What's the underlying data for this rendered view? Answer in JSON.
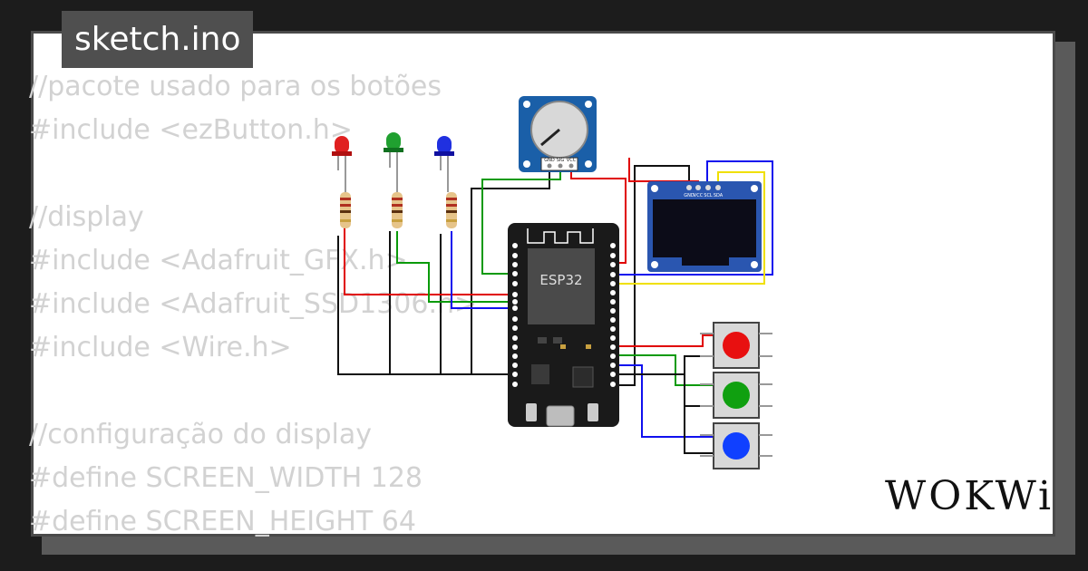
{
  "file_tab": {
    "label": "sketch.ino"
  },
  "code_lines": [
    "//pacote usado para os botões",
    "#include <ezButton.h>",
    "",
    "//display",
    "#include <Adafruit_GFX.h>",
    "#include <Adafruit_SSD1306.h>",
    "#include <Wire.h>",
    "",
    "//configuração do display",
    "#define SCREEN_WIDTH 128",
    "#define SCREEN_HEIGHT 64"
  ],
  "board": {
    "label": "ESP32"
  },
  "pot_pins": [
    "GND",
    "SIG",
    "VCC"
  ],
  "oled_pins": [
    "GND",
    "VCC",
    "SCL",
    "SDA"
  ],
  "leds": [
    {
      "color_name": "red",
      "color": "#e02020"
    },
    {
      "color_name": "green",
      "color": "#20a030"
    },
    {
      "color_name": "blue",
      "color": "#2030e0"
    }
  ],
  "buttons": [
    {
      "color_name": "red",
      "color": "#e81010"
    },
    {
      "color_name": "green",
      "color": "#10a010"
    },
    {
      "color_name": "blue",
      "color": "#1040ff"
    }
  ],
  "brand": {
    "logo": "WOKWi"
  }
}
